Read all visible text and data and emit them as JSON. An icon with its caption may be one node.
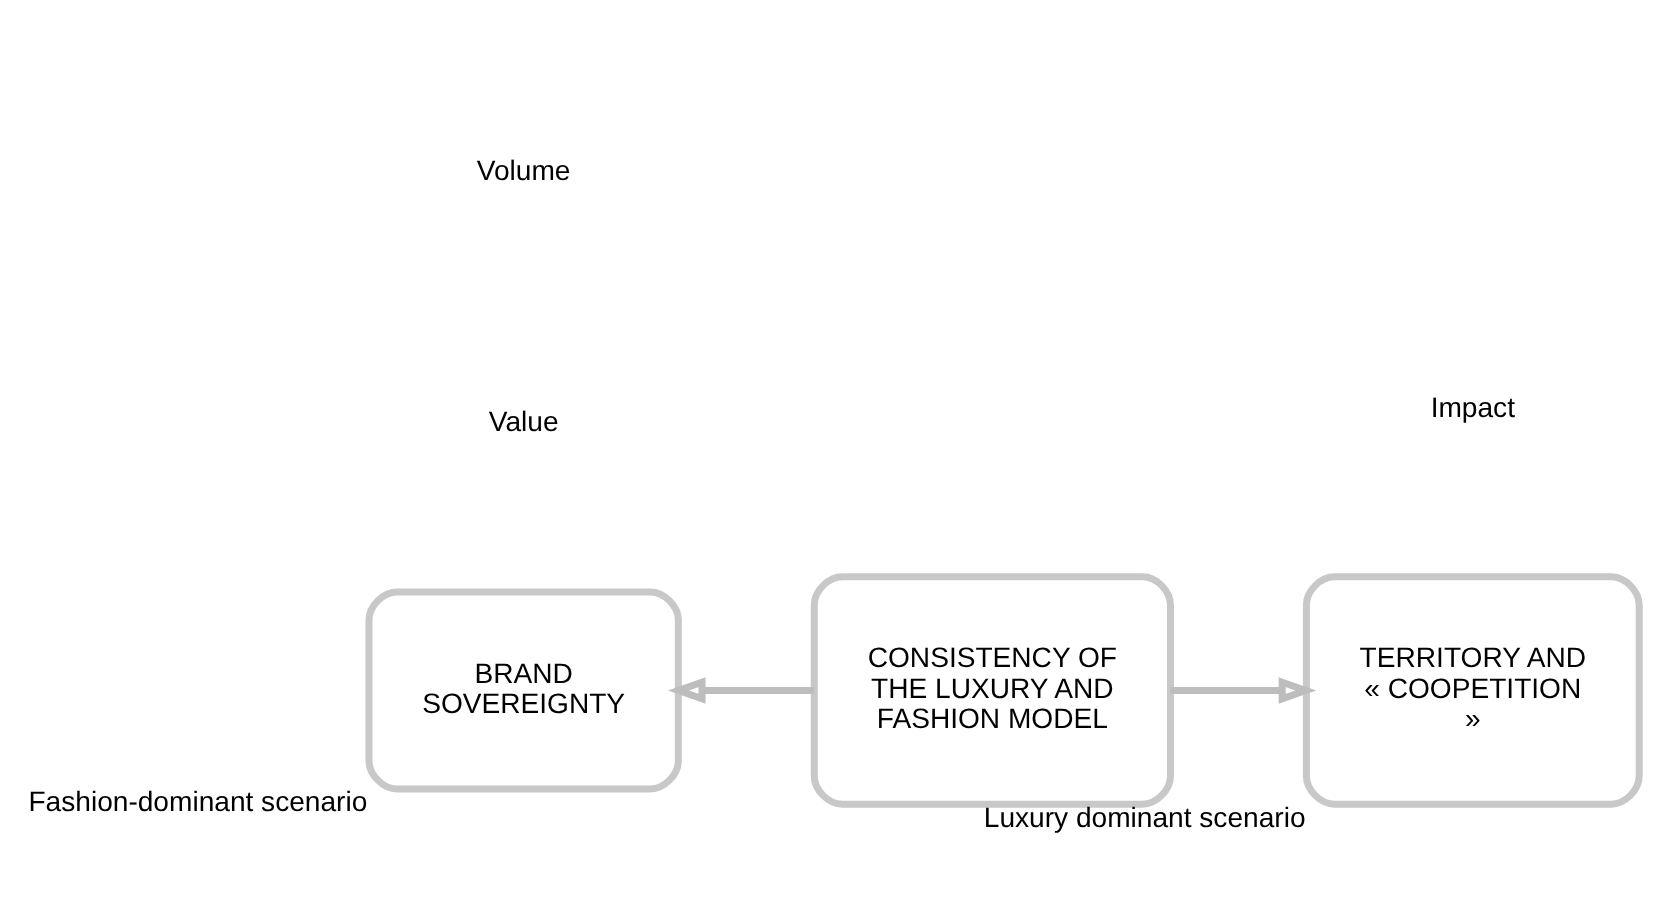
{
  "diagram": {
    "nodes": [
      {
        "text": [
          "BRAND SOVEREIGNTY"
        ],
        "beside": [
          "Fashion-dominant scenario"
        ]
      },
      {
        "text": [
          "CONSISTENCY OF THE LUXURY AND FASHION MODEL"
        ]
      },
      {
        "text": [
          "TERRITORY AND « COOPETITION »"
        ],
        "beside": [
          "Luxury dominant scenario"
        ]
      }
    ],
    "edges": [
      {
        "from": 1,
        "to": 0,
        "arrow": "to"
      },
      {
        "from": 1,
        "to": 2,
        "arrow": "to"
      }
    ],
    "labels": [
      "Value",
      "Volume",
      "Impact"
    ]
  }
}
